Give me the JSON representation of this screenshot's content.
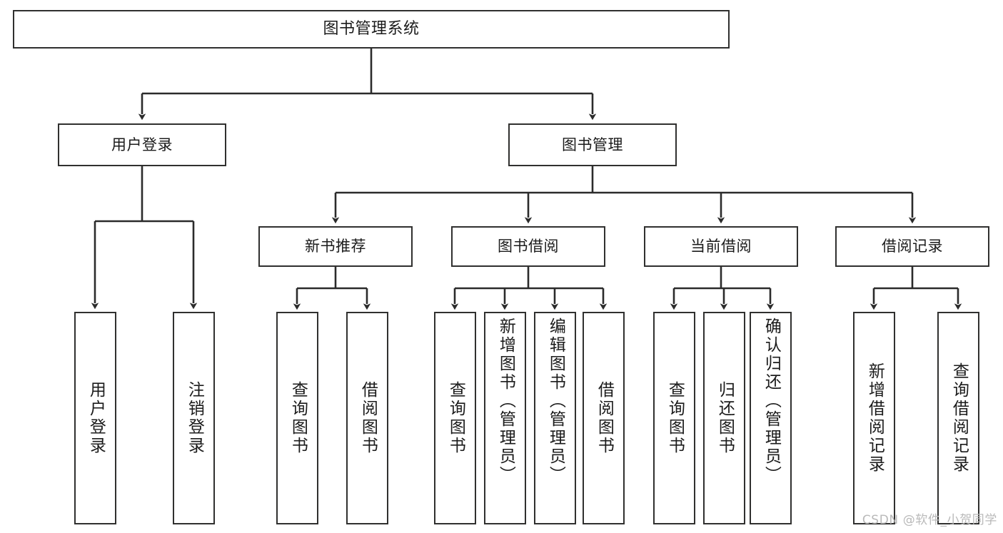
{
  "diagram": {
    "type": "tree",
    "title": "图书管理系统",
    "root": {
      "label": "图书管理系统"
    },
    "level2": [
      {
        "label": "用户登录"
      },
      {
        "label": "图书管理"
      }
    ],
    "level3": [
      {
        "label": "新书推荐"
      },
      {
        "label": "图书借阅"
      },
      {
        "label": "当前借阅"
      },
      {
        "label": "借阅记录"
      }
    ],
    "leaves": {
      "user_login": [
        {
          "label": "用户登录"
        },
        {
          "label": "注销登录"
        }
      ],
      "new_book_recommend": [
        {
          "label": "查询图书"
        },
        {
          "label": "借阅图书"
        }
      ],
      "book_borrow": [
        {
          "label": "查询图书"
        },
        {
          "label": "新增图书（管理员）"
        },
        {
          "label": "编辑图书（管理员）"
        },
        {
          "label": "借阅图书"
        }
      ],
      "current_borrow": [
        {
          "label": "查询图书"
        },
        {
          "label": "归还图书"
        },
        {
          "label": "确认归还（管理员）"
        }
      ],
      "borrow_record": [
        {
          "label": "新增借阅记录"
        },
        {
          "label": "查询借阅记录"
        }
      ]
    }
  },
  "watermark": {
    "text": "CSDN @软件_小贺同学"
  },
  "colors": {
    "background": "#ffffff",
    "box_border": "#30302f",
    "box_fill": "#ffffff",
    "text": "#1b1b1b",
    "edge": "#2b2b2b",
    "watermark": "#b9b9b9"
  }
}
